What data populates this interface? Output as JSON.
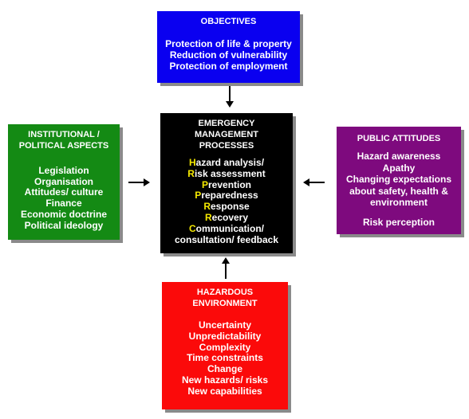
{
  "objectives": {
    "title": "OBJECTIVES",
    "items": [
      "Protection of life & property",
      "Reduction of vulnerability",
      "Protection of employment"
    ]
  },
  "institutional": {
    "title_lines": [
      "INSTITUTIONAL  /",
      "POLITICAL ASPECTS"
    ],
    "items": [
      "Legislation",
      "Organisation",
      "Attitudes/ culture",
      "Finance",
      "Economic doctrine",
      "Political ideology"
    ]
  },
  "processes": {
    "title_lines": [
      "EMERGENCY",
      "MANAGEMENT",
      "PROCESSES"
    ],
    "items": [
      {
        "initial": "H",
        "rest": "azard analysis/"
      },
      {
        "initial": "R",
        "rest": "isk assessment"
      },
      {
        "initial": "P",
        "rest": "revention"
      },
      {
        "initial": "P",
        "rest": "reparedness"
      },
      {
        "initial": "R",
        "rest": "esponse"
      },
      {
        "initial": "R",
        "rest": "ecovery"
      },
      {
        "initial": "C",
        "rest": "ommunication/"
      },
      {
        "initial": "",
        "rest": "consultation/ feedback"
      }
    ]
  },
  "public": {
    "title": "PUBLIC ATTITUDES",
    "items_top": [
      "Hazard awareness",
      "Apathy",
      "Changing expectations",
      "about safety, health &",
      "environment"
    ],
    "items_bottom": [
      "Risk perception"
    ]
  },
  "hazardous": {
    "title_lines": [
      "HAZARDOUS",
      "ENVIRONMENT"
    ],
    "items": [
      "Uncertainty",
      "Unpredictability",
      "Complexity",
      "Time constraints",
      "Change",
      "New hazards/ risks",
      "New capabilities"
    ]
  },
  "colors": {
    "objectives": "#0a00f0",
    "institutional": "#148a14",
    "processes": "#000000",
    "processes_initial": "#f4e800",
    "public": "#7e0a7e",
    "hazardous": "#fb0a0a",
    "shadow": "#8a8a8a"
  }
}
